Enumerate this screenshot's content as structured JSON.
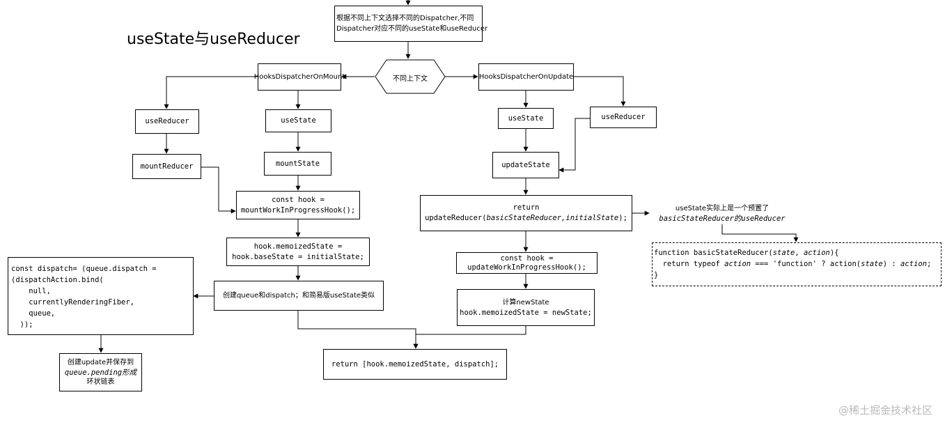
{
  "title": "useState与useReducer",
  "nodes": {
    "dispatcher_select": "根据不同上下文选择不同的Dispatcher,不同\nDispatcher对应不同的useState和useReducer",
    "context_diamond": "不同上下文",
    "mount_dispatcher": "HooksDispatcherOnMount",
    "update_dispatcher": "HooksDispatcherOnUpdate",
    "mount_use_reducer": "useReducer",
    "mount_use_state": "useState",
    "update_use_state": "useState",
    "update_use_reducer": "useReducer",
    "mount_reducer": "mountReducer",
    "mount_state": "mountState",
    "update_state": "updateState",
    "mount_hook": "const hook =\nmountWorkInProgressHook();",
    "memoized_state": "hook.memoizedState =\nhook.baseState = initialState;",
    "create_queue": "创建queue和dispatch；和简易版useState类似",
    "dispatch_code": "const dispatch= (queue.dispatch =\n(dispatchAction.bind(\n    null,\n    currentlyRenderingFiber,\n    queue,\n  ));",
    "create_update": {
      "line1": "创建update并保存到",
      "line2": "queue.pending形成",
      "line3": "环状链表"
    },
    "update_reducer": {
      "line1": "return",
      "line2_prefix": "updateReducer(",
      "line2_italic": "basicStateReducer,initialState",
      "line2_suffix": ");"
    },
    "update_hook": "const hook =\nupdateWorkInProgressHook();",
    "compute_state": {
      "line1": "计算newState",
      "line2": "hook.memoizedState = newState;"
    },
    "return_stmt": "return [hook.memoizedState, dispatch];",
    "note": {
      "line1": "useState实际上是一个预置了",
      "line2": "basicStateReducer的useReducer"
    },
    "basic_reducer": {
      "l1_a": "function basicStateReducer(",
      "l1_b": "state",
      "l1_c": ", ",
      "l1_d": "action",
      "l1_e": "){",
      "l2_a": "  return typeof ",
      "l2_b": "action",
      "l2_c": " === 'function' ? action(",
      "l2_d": "state",
      "l2_e": ") : ",
      "l2_f": "action",
      "l2_g": ";",
      "l3": "}"
    }
  },
  "watermark": "@稀土掘金技术社区"
}
